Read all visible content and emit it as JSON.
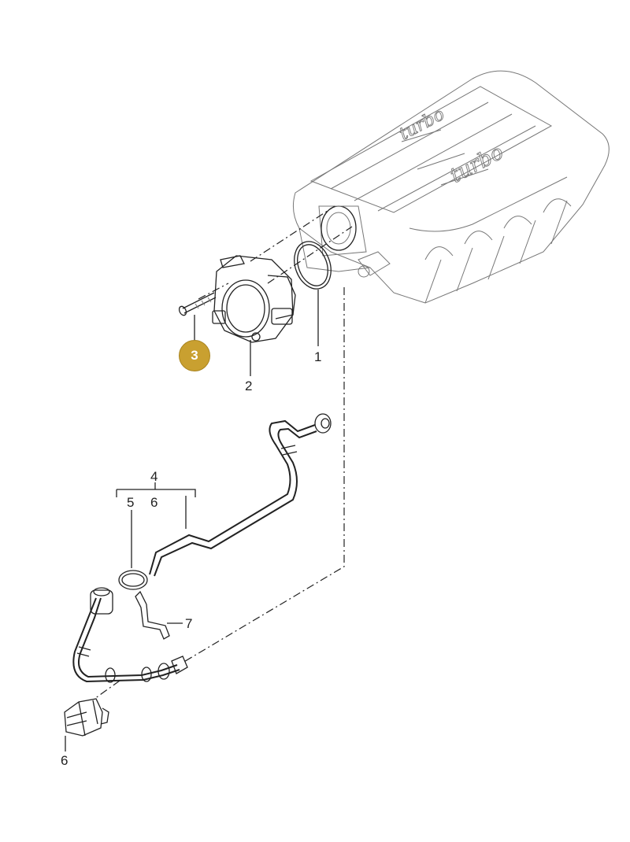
{
  "manifold_script": [
    "turbo",
    "turbo"
  ],
  "callouts": {
    "c1": "1",
    "c2": "2",
    "c3": "3",
    "c4": "4",
    "c5": "5",
    "c6a": "6",
    "c6b": "6",
    "c7": "7"
  },
  "colors": {
    "highlight_badge": "#c9a030",
    "line": "#222222"
  }
}
